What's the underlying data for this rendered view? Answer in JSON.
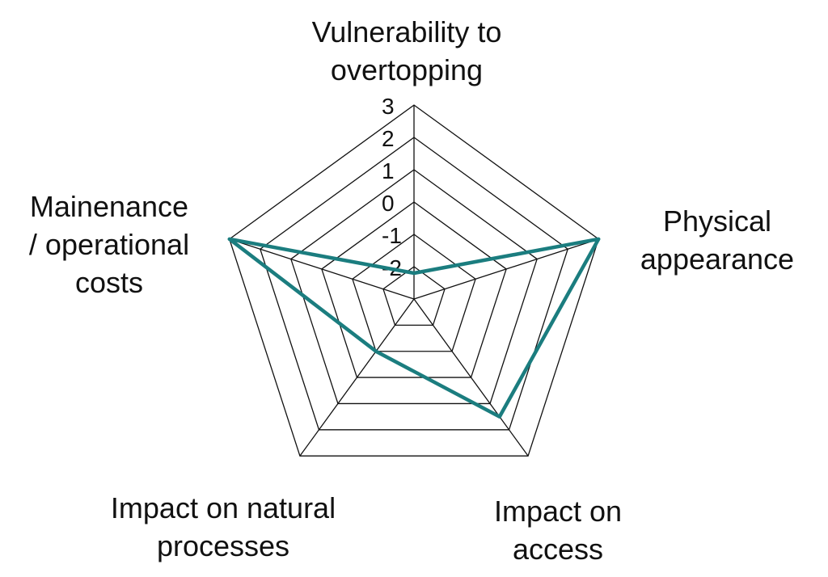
{
  "chart_data": {
    "type": "radar",
    "title": "",
    "axes": [
      "Vulnerability to overtopping",
      "Physical appearance",
      "Impact on access",
      "Impact on natural processes",
      "Mainenance / operational costs"
    ],
    "axis_label_lines": [
      [
        "Vulnerability to",
        "overtopping"
      ],
      [
        "Physical",
        "appearance"
      ],
      [
        "Impact on",
        "access"
      ],
      [
        "Impact on natural",
        "processes"
      ],
      [
        "Mainenance",
        "/ operational",
        "costs"
      ]
    ],
    "ticks": [
      "-2",
      "-1",
      "0",
      "1",
      "2",
      "3"
    ],
    "range": [
      -3,
      3
    ],
    "grid": true,
    "legend": "none",
    "series": [
      {
        "values": [
          -2.2,
          3,
          1.5,
          -1,
          3
        ],
        "color": "#1b7d7f"
      }
    ]
  }
}
